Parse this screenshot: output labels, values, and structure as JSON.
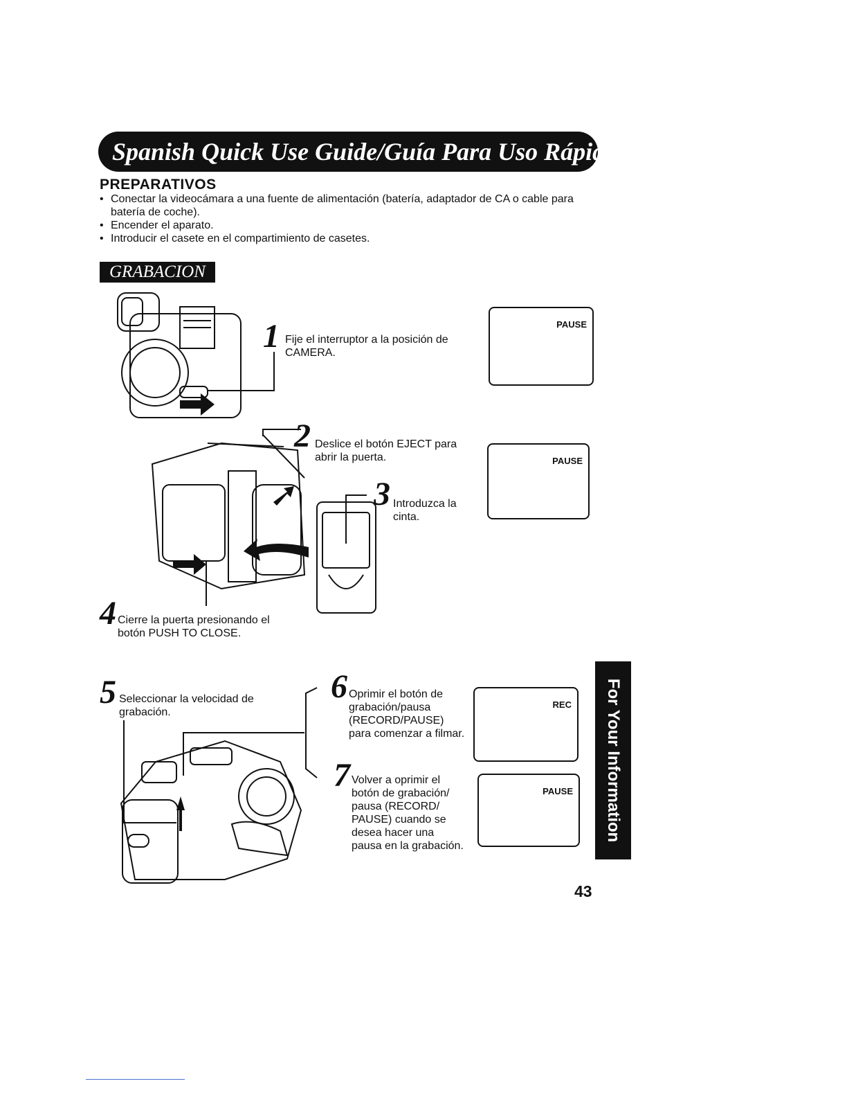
{
  "banner": {
    "title": "Spanish Quick Use Guide/Guía Para Uso Rápido"
  },
  "preparativos": {
    "heading": "PREPARATIVOS",
    "items": [
      "Conectar la videocámara a una fuente de alimentación (batería, adaptador de CA o cable para batería de coche).",
      "Encender el aparato.",
      "Introducir el casete en el compartimiento de casetes."
    ]
  },
  "grabacion": {
    "heading": "GRABACION",
    "steps": [
      {
        "num": "1",
        "text": "Fije el interruptor a la posición de CAMERA."
      },
      {
        "num": "2",
        "text": "Deslice el botón EJECT para abrir la puerta."
      },
      {
        "num": "3",
        "text": "Introduzca la cinta."
      },
      {
        "num": "4",
        "text": "Cierre la puerta presionando el botón PUSH TO CLOSE."
      },
      {
        "num": "5",
        "text": "Seleccionar la velocidad de grabación."
      },
      {
        "num": "6",
        "text": "Oprimir el botón de grabación/pausa (RECORD/PAUSE) para comenzar a filmar."
      },
      {
        "num": "7",
        "text": "Volver a oprimir el botón de grabación/ pausa (RECORD/ PAUSE) cuando se desea hacer una pausa en la grabación."
      }
    ],
    "screens": [
      "PAUSE",
      "PAUSE",
      "REC",
      "PAUSE"
    ]
  },
  "sidetab": {
    "label": "For Your Information"
  },
  "page_number": "43"
}
